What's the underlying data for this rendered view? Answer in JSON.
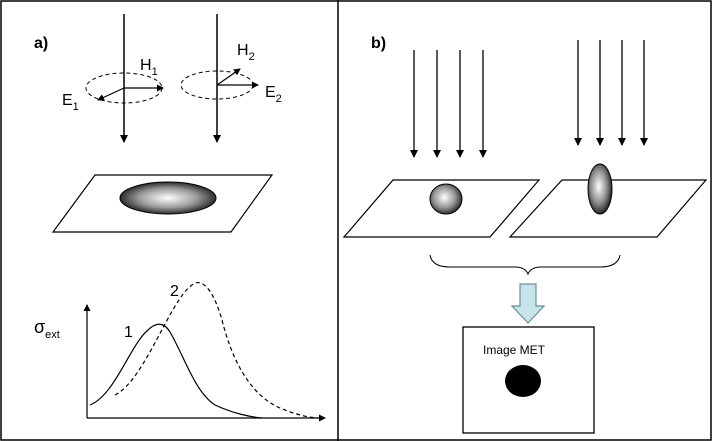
{
  "panel_a": {
    "label": "a)",
    "h1": "H",
    "h1_sub": "1",
    "e1": "E",
    "e1_sub": "1",
    "h2": "H",
    "h2_sub": "2",
    "e2": "E",
    "e2_sub": "2",
    "y_axis_symbol": "σ",
    "y_axis_sub": "ext",
    "curve1_label": "1",
    "curve2_label": "2"
  },
  "panel_b": {
    "label": "b)",
    "image_box_title": "Image MET"
  }
}
